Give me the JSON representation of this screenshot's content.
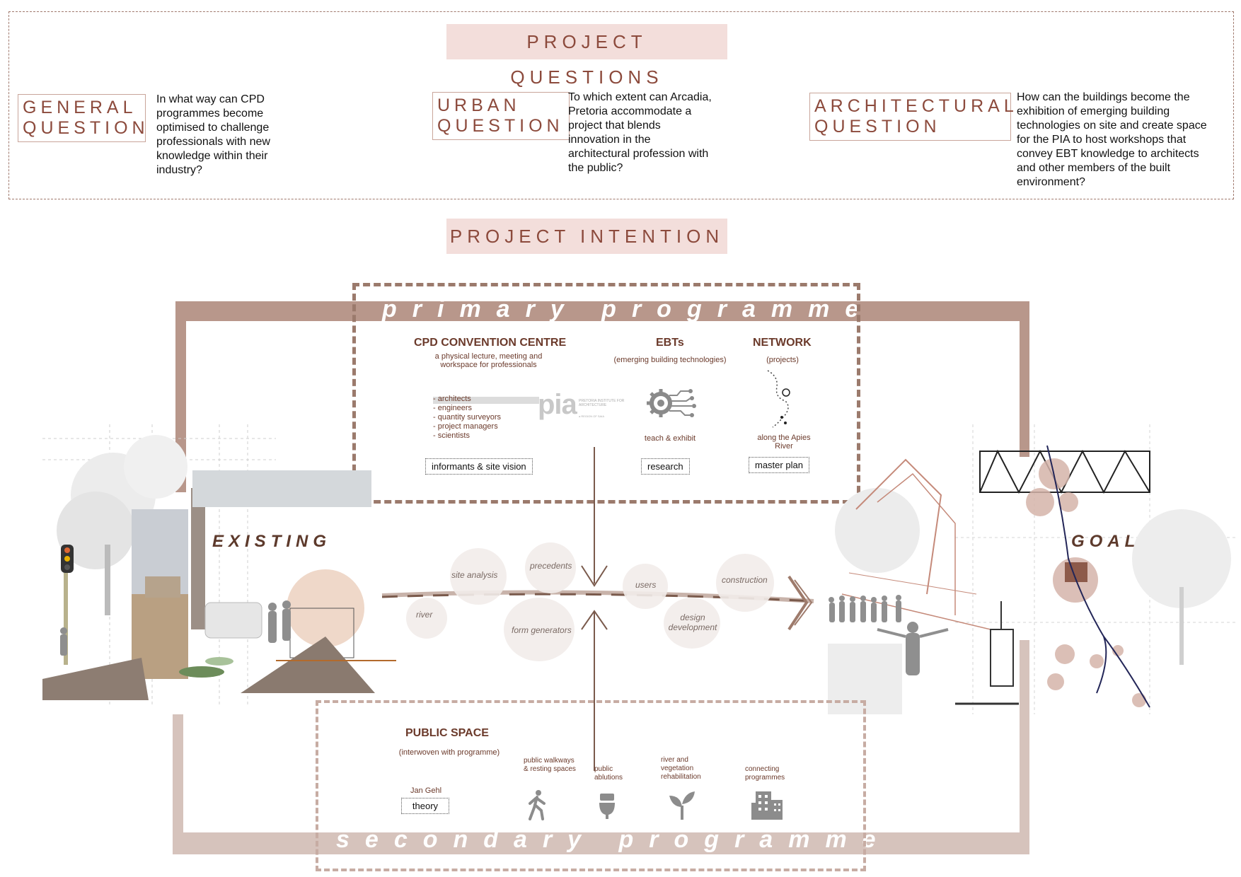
{
  "questions_header": "PROJECT QUESTIONS",
  "questions": [
    {
      "label": "GENERAL\nQUESTION",
      "text": "In what way can CPD programmes become optimised to challenge professionals with new knowledge within their industry?"
    },
    {
      "label": "URBAN\nQUESTION",
      "text": "To which extent can Arcadia, Pretoria accommodate a project that blends innovation in the architectural profession with the public?"
    },
    {
      "label": "ARCHITECTURAL\nQUESTION",
      "text": "How can the buildings become the exhibition of emerging building technologies on site and create space for the PIA to host workshops that convey EBT knowledge to architects and other members of the built environment?"
    }
  ],
  "intention_header": "PROJECT INTENTION",
  "primary": {
    "band_label": "primary   programme",
    "cpd": {
      "title": "CPD CONVENTION CENTRE",
      "subtitle": "a physical lecture, meeting and workspace for professionals",
      "list": [
        "- architects",
        "- engineers",
        "- quantity surveyors",
        "- project managers",
        "- scientists"
      ],
      "logo_text": "pia",
      "logo_small": "PRETORIA INSTITUTE FOR ARCHITECTURE",
      "logo_sub": "a REGION OF SAIA",
      "pill": "informants & site vision"
    },
    "ebts": {
      "title": "EBTs",
      "subtitle": "(emerging building technologies)",
      "caption": "teach & exhibit",
      "pill": "research"
    },
    "network": {
      "title": "NETWORK",
      "subtitle": "(projects)",
      "caption": "along the Apies River",
      "pill": "master plan"
    }
  },
  "process": {
    "existing_label": "EXISTING",
    "goal_label": "GOAL",
    "bubbles": [
      "river",
      "site analysis",
      "precedents",
      "form generators",
      "users",
      "design development",
      "construction"
    ]
  },
  "secondary": {
    "band_label": "secondary   programme",
    "public_space": {
      "title": "PUBLIC SPACE",
      "subtitle": "(interwoven with programme)",
      "theory_caption": "Jan Gehl",
      "theory_pill": "theory"
    },
    "items": [
      {
        "label": "public walkways & resting spaces",
        "icon": "walking-person-icon"
      },
      {
        "label": "public ablutions",
        "icon": "toilet-icon"
      },
      {
        "label": "river and vegetation rehabilitation",
        "icon": "sprout-icon"
      },
      {
        "label": "connecting programmes",
        "icon": "buildings-icon"
      }
    ]
  },
  "colors": {
    "accent": "#8c4a3c",
    "band": "#b8978b",
    "band_light": "#d6c3bc",
    "title_bg": "#f3dedb"
  }
}
